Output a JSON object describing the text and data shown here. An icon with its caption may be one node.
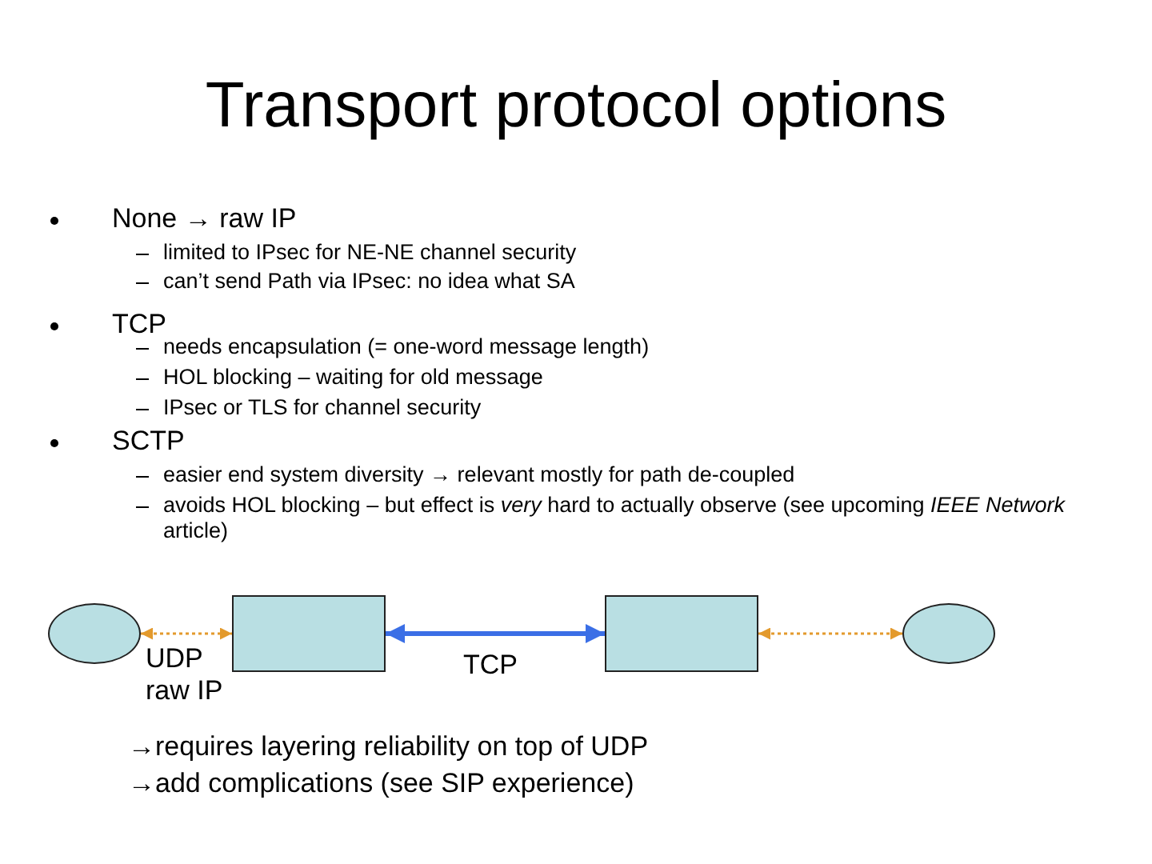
{
  "diagram": {
    "title": "Transport protocol options",
    "nodes": [
      {
        "text": [],
        "shape": "circle"
      },
      {
        "text": [],
        "shape": "box"
      },
      {
        "text": [],
        "shape": "box"
      },
      {
        "text": [],
        "shape": "circle"
      }
    ],
    "edges": [
      {
        "from": 0,
        "to": 1,
        "arrow": "both",
        "style": "dashed",
        "label": "UDP raw IP"
      },
      {
        "from": 1,
        "to": 2,
        "arrow": "both",
        "style": "thick",
        "color": "#3b6fe6",
        "label": "TCP"
      },
      {
        "from": 2,
        "to": 3,
        "arrow": "both",
        "style": "dashed"
      }
    ],
    "labels": [
      "None → raw IP",
      "limited to IPsec for NE-NE channel security",
      "can’t send Path via IPsec: no idea what SA",
      "TCP",
      "needs encapsulation (= one-word message length)",
      "HOL blocking – waiting for old message",
      "IPsec or TLS for channel security",
      "SCTP",
      "easier end system diversity → relevant mostly for path de-coupled",
      "avoids HOL blocking – but effect is *very* hard to actually observe (see upcoming *IEEE Network* article)",
      "→requires layering reliability on top of UDP",
      "→add complications (see SIP experience)"
    ]
  }
}
